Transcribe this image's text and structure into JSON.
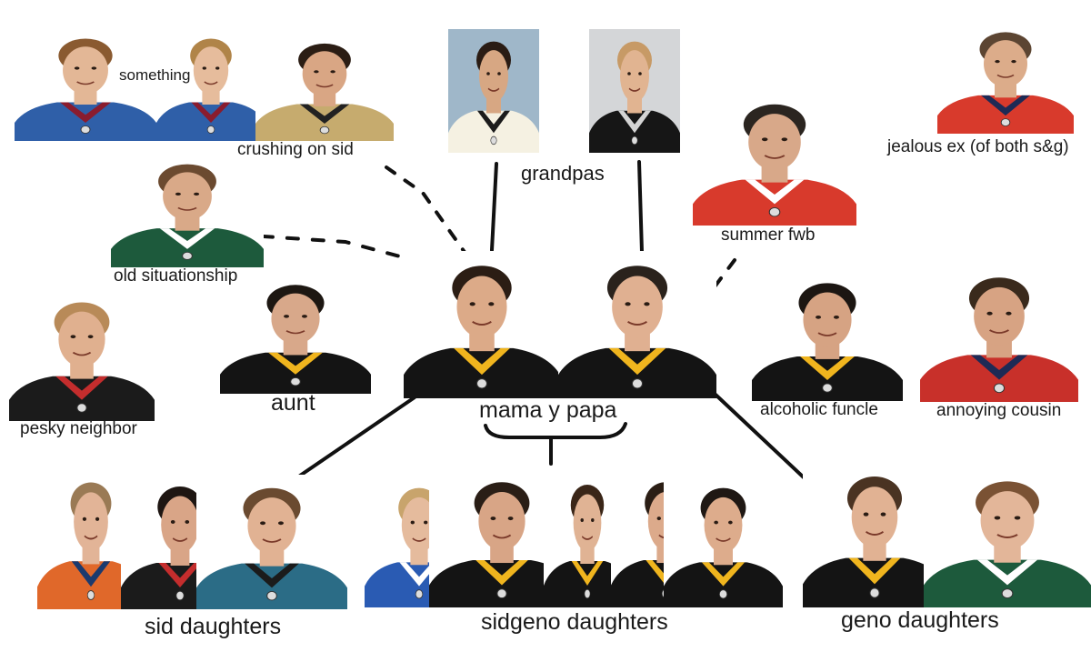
{
  "labels": {
    "something": "something",
    "crushing_on_sid": "crushing on sid",
    "grandpas": "grandpas",
    "jealous_ex": "jealous ex (of both s&g)",
    "summer_fwb": "summer fwb",
    "old_situationship": "old situationship",
    "pesky_neighbor": "pesky neighbor",
    "aunt": "aunt",
    "mama_y_papa": "mama y papa",
    "alcoholic_funcle": "alcoholic funcle",
    "annoying_cousin": "annoying cousin",
    "sid_daughters": "sid daughters",
    "sidgeno_daughters": "sidgeno daughters",
    "geno_daughters": "geno daughters"
  },
  "photos": [
    {
      "id": "avs-player-left",
      "jersey": "#2f5fa8",
      "trim": "#8a1c2e",
      "bg": "#ffffff",
      "hair": "#8a5a30",
      "skin": "#e3b796"
    },
    {
      "id": "avs-player-right",
      "jersey": "#2f5fa8",
      "trim": "#8a1c2e",
      "bg": "#ffffff",
      "hair": "#b08448",
      "skin": "#e6bc9c"
    },
    {
      "id": "vegas-player",
      "jersey": "#c6ab6e",
      "trim": "#222222",
      "bg": "#ffffff",
      "hair": "#2b1d14",
      "skin": "#d9a684"
    },
    {
      "id": "grandpa-left",
      "jersey": "#f5f1e2",
      "trim": "#1b1b1b",
      "bg": "#9fb7c9",
      "hair": "#2a1c14",
      "skin": "#d7a783"
    },
    {
      "id": "grandpa-right",
      "jersey": "#161616",
      "trim": "#d4d4d4",
      "bg": "#d4d6d8",
      "hair": "#c79a66",
      "skin": "#e1b491"
    },
    {
      "id": "caps-jealous-ex",
      "jersey": "#d83a2c",
      "trim": "#1e2a55",
      "bg": "#ffffff",
      "hair": "#5c4532",
      "skin": "#dcac8a"
    },
    {
      "id": "caps-summer-fwb",
      "jersey": "#d83a2c",
      "trim": "#ffffff",
      "bg": "#ffffff",
      "hair": "#2b2520",
      "skin": "#d8a889"
    },
    {
      "id": "wild-old-situationship",
      "jersey": "#1d5a3c",
      "trim": "#ffffff",
      "bg": "#ffffff",
      "hair": "#6b4a30",
      "skin": "#d9a988"
    },
    {
      "id": "pesky-neighbor",
      "jersey": "#1b1b1b",
      "trim": "#c42d2d",
      "bg": "#ffffff",
      "hair": "#b88a58",
      "skin": "#e0b08f"
    },
    {
      "id": "aunt",
      "jersey": "#141414",
      "trim": "#f0b51e",
      "bg": "#ffffff",
      "hair": "#1d1712",
      "skin": "#d8a88a"
    },
    {
      "id": "mama",
      "jersey": "#141414",
      "trim": "#f0b51e",
      "bg": "#ffffff",
      "hair": "#2b1d14",
      "skin": "#dcaa88"
    },
    {
      "id": "papa",
      "jersey": "#141414",
      "trim": "#f0b51e",
      "bg": "#ffffff",
      "hair": "#2a221c",
      "skin": "#e0b091"
    },
    {
      "id": "alcoholic-funcle",
      "jersey": "#141414",
      "trim": "#f0b51e",
      "bg": "#ffffff",
      "hair": "#1c1612",
      "skin": "#d6a383"
    },
    {
      "id": "annoying-cousin",
      "jersey": "#c8302a",
      "trim": "#1e2a55",
      "bg": "#ffffff",
      "hair": "#3a2a1c",
      "skin": "#d7a383"
    },
    {
      "id": "sid-daughter-1",
      "jersey": "#e0682a",
      "trim": "#1b3a6e",
      "bg": "#ffffff",
      "hair": "#9a7a55",
      "skin": "#e2b497"
    },
    {
      "id": "sid-daughter-2",
      "jersey": "#1b1b1b",
      "trim": "#c42d2d",
      "bg": "#ffffff",
      "hair": "#1e1612",
      "skin": "#d9a587"
    },
    {
      "id": "sid-daughter-3",
      "jersey": "#2b6c86",
      "trim": "#1b1b1b",
      "bg": "#ffffff",
      "hair": "#6a4a30",
      "skin": "#e1b293"
    },
    {
      "id": "sidgeno-daughter-1",
      "jersey": "#2a5bb3",
      "trim": "#ffffff",
      "bg": "#ffffff",
      "hair": "#c8a46c",
      "skin": "#e5bb9d"
    },
    {
      "id": "sidgeno-daughter-2",
      "jersey": "#141414",
      "trim": "#f0b51e",
      "bg": "#ffffff",
      "hair": "#2a1e16",
      "skin": "#d8a586"
    },
    {
      "id": "sidgeno-daughter-3",
      "jersey": "#141414",
      "trim": "#f0b51e",
      "bg": "#ffffff",
      "hair": "#3a2618",
      "skin": "#e0b394"
    },
    {
      "id": "sidgeno-daughter-4",
      "jersey": "#141414",
      "trim": "#f0b51e",
      "bg": "#ffffff",
      "hair": "#2b1e15",
      "skin": "#dcaa8b"
    },
    {
      "id": "sidgeno-daughter-5",
      "jersey": "#141414",
      "trim": "#f0b51e",
      "bg": "#ffffff",
      "hair": "#1f1814",
      "skin": "#ddac8c"
    },
    {
      "id": "geno-daughter-1",
      "jersey": "#141414",
      "trim": "#f0b51e",
      "bg": "#ffffff",
      "hair": "#4a3322",
      "skin": "#e1b293"
    },
    {
      "id": "geno-daughter-2",
      "jersey": "#1d5a3c",
      "trim": "#ffffff",
      "bg": "#ffffff",
      "hair": "#7a5234",
      "skin": "#e3b699"
    }
  ]
}
